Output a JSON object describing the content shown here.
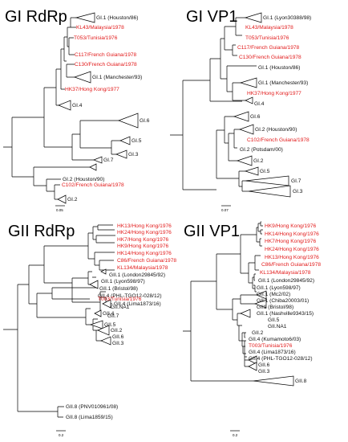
{
  "colors": {
    "reference": "#111111",
    "highlight": "#e21a1a"
  },
  "panels": {
    "gi_rdrp": {
      "title": "GI RdRp",
      "scale": "0.05",
      "leaves": {
        "gi1_houston86": "GI.1 (Houston/86)",
        "kl43": "KL43/Malaysia/1978",
        "t053": "T053/Tunisia/1976",
        "c117": "C117/French Guiana/1978",
        "c130": "C130/French Guiana/1978",
        "gi1_manchester93": "GI.1 (Manchester/93)",
        "hk37": "HK37/Hong Kong/1977",
        "gi4": "GI.4",
        "gi6": "GI.6",
        "gi5": "GI.5",
        "gi3": "GI.3",
        "gi7": "GI.7",
        "gi2_houston90": "GI.2 (Houston/90)",
        "c102": "C102/French Guiana/1978",
        "gi2": "GI.2"
      }
    },
    "gi_vp1": {
      "title": "GI VP1",
      "scale": "0.07",
      "leaves": {
        "gi1_lyon": "GI.1 (Lyon30388/98)",
        "kl43": "KL43/Malaysia/1978",
        "t053": "T053/Tunisia/1976",
        "c117": "C117/French Guiana/1978",
        "c130": "C130/French Guiana/1978",
        "gi1_houston86": "GI.1 (Houston/86)",
        "gi1_manchester93": "GI.1 (Manchester/93)",
        "hk37": "HK37/Hong Kong/1977",
        "gi4": "GI.4",
        "gi6": "GI.6",
        "gi2_houston90": "GI.2 (Houston/90)",
        "c102": "C102/French Guiana/1978",
        "gi2_potsdam": "GI.2 (Potsdam/00)",
        "gi2": "GI.2",
        "gi5": "GI.5",
        "gi7": "GI.7",
        "gi3": "GI.3"
      }
    },
    "gii_rdrp": {
      "title": "GII RdRp",
      "scale": "0.2",
      "leaves": {
        "hk13": "HK13/Hong Kong/1976",
        "hk24": "HK24/Hong Kong/1976",
        "hk7": "HK7/Hong Kong/1976",
        "hk9": "HK9/Hong Kong/1976",
        "hk14": "HK14/Hong Kong/1976",
        "c86": "C86/French Guiana/1978",
        "kl134": "KL134/Malaysia/1978",
        "gii1_london": "GII.1 (London29845/92)",
        "gii1_lyon": "GII.1 (Lyon598/97)",
        "gii1_bristol": "GII.1 (Bristol/98)",
        "gii4_phl": "GII.4 (PHL-TGO12-028/12)",
        "gii4_lima": "GII.4 (Lima1873/16)",
        "gii4": "GII.4",
        "t003": "T003/Tunisia/1976",
        "giina1": "GII.NA1",
        "gii7": "GII.7",
        "gii5": "GII.5",
        "gii2": "GII.2",
        "gii6": "GII.6",
        "gii3": "GII.3",
        "gii8_pnv": "GII.8 (PNV010961/08)",
        "gii8_lima": "GII.8 (Lima1859/15)"
      }
    },
    "gii_vp1": {
      "title": "GII VP1",
      "scale": "0.2",
      "leaves": {
        "hk9": "HK9/Hong Kong/1976",
        "hk14": "HK14/Hong Kong/1976",
        "hk7": "HK7/Hong Kong/1976",
        "hk24": "HK24/Hong Kong/1976",
        "hk13": "HK13/Hong Kong/1976",
        "c86": "C86/French Guiana/1978",
        "kl134": "KL134/Malaysia/1978",
        "gii1_london": "GII.1 (London29845/92)",
        "gii1_lyon": "GII.1 (Lyon598/97)",
        "gii1_mc2": "GII.1 (Mc2/02)",
        "gii1_chiba": "GII.1 (Chiba20003/01)",
        "gii1_bristol": "GII1 (Bristol/98)",
        "gii1_nashville": "GII.1 (Nashville9343/15)",
        "gii5": "GII.5",
        "giina1": "GII.NA1",
        "gii2": "GII.2",
        "gii4_kumamoto": "GII.4 (Kumamoto6/03)",
        "t003": "T003/Tunisia/1976",
        "gii4_lima": "GII.4 (Lima1873/16)",
        "gii4_phl": "GII.4 (PHL-TGO12-028/12)",
        "gii6": "GII.6",
        "gii3": "GII.3",
        "gii8": "GII.8"
      }
    }
  }
}
